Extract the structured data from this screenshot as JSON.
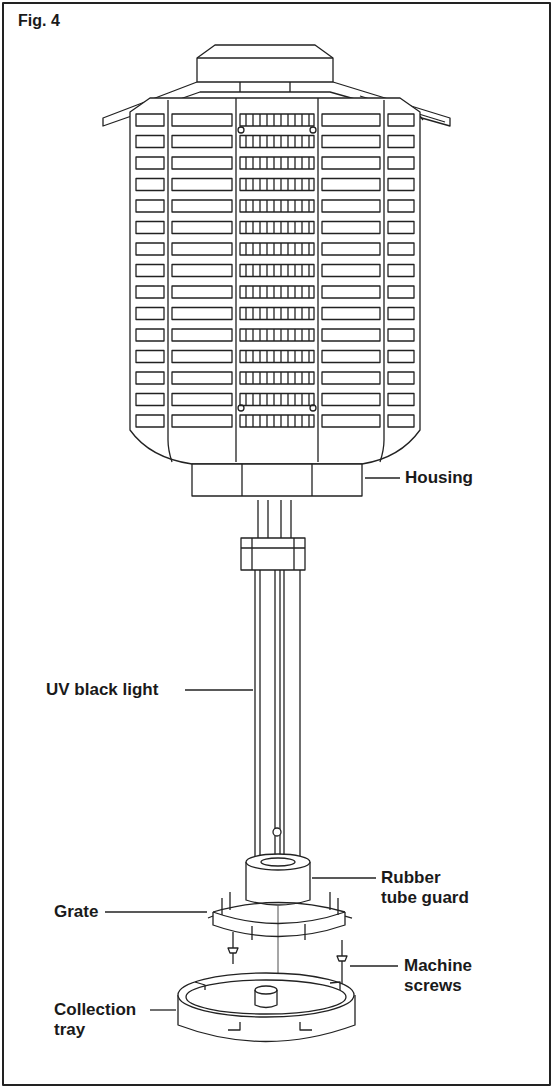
{
  "diagram": {
    "title": "Fig. 4",
    "labels": [
      "Housing",
      "UV black light",
      "Rubber tube guard",
      "Grate",
      "Machine screws",
      "Collection tray"
    ]
  }
}
